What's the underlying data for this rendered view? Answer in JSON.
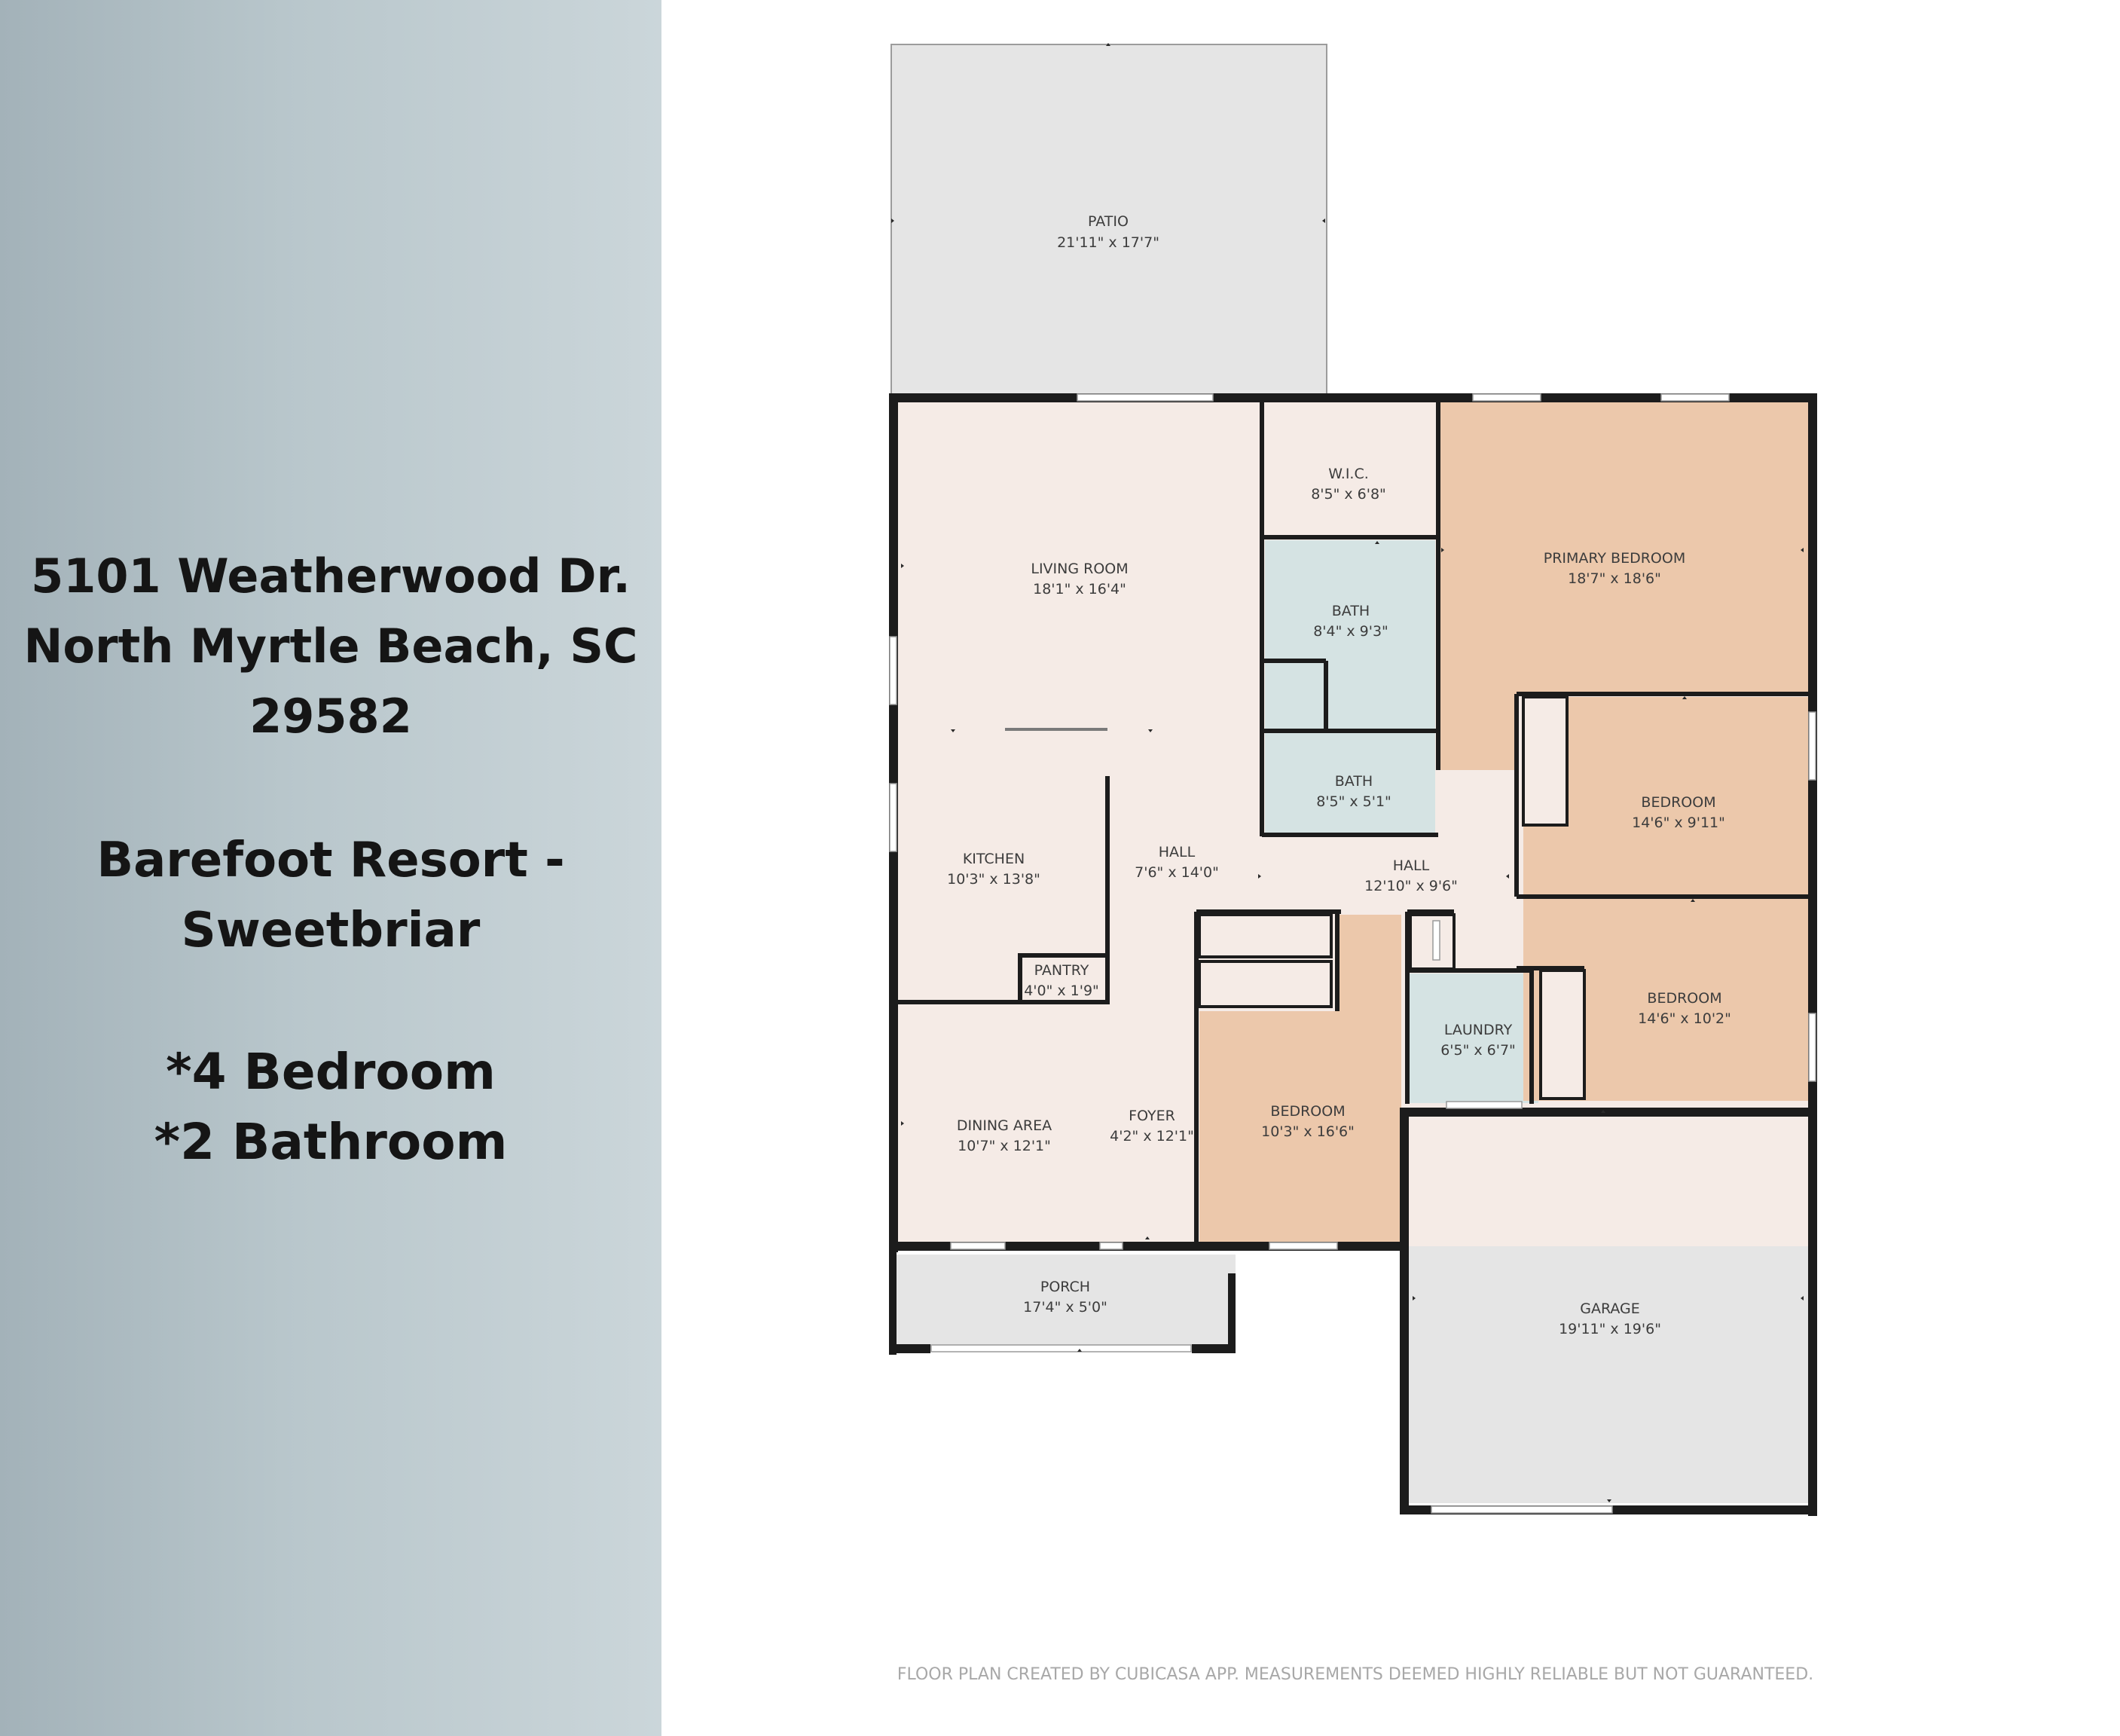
{
  "listing": {
    "address_line1": "5101 Weatherwood Dr.",
    "address_line2": "North Myrtle Beach, SC",
    "address_line3": "29582",
    "community_line1": "Barefoot Resort -",
    "community_line2": "Sweetbriar",
    "feature_bedrooms": "*4 Bedroom",
    "feature_bathrooms": "*2 Bathroom"
  },
  "rooms": {
    "patio": {
      "name": "PATIO",
      "dims": "21'11\" x 17'7\""
    },
    "living_room": {
      "name": "LIVING ROOM",
      "dims": "18'1\" x 16'4\""
    },
    "wic": {
      "name": "W.I.C.",
      "dims": "8'5\" x 6'8\""
    },
    "primary_bedroom": {
      "name": "PRIMARY BEDROOM",
      "dims": "18'7\" x 18'6\""
    },
    "bath_1": {
      "name": "BATH",
      "dims": "8'4\" x 9'3\""
    },
    "bath_2": {
      "name": "BATH",
      "dims": "8'5\" x 5'1\""
    },
    "bedroom_1": {
      "name": "BEDROOM",
      "dims": "14'6\" x 9'11\""
    },
    "kitchen": {
      "name": "KITCHEN",
      "dims": "10'3\" x 13'8\""
    },
    "hall_1": {
      "name": "HALL",
      "dims": "7'6\" x 14'0\""
    },
    "hall_2": {
      "name": "HALL",
      "dims": "12'10\" x 9'6\""
    },
    "pantry": {
      "name": "PANTRY",
      "dims": "4'0\" x 1'9\""
    },
    "bedroom_2": {
      "name": "BEDROOM",
      "dims": "14'6\" x 10'2\""
    },
    "laundry": {
      "name": "LAUNDRY",
      "dims": "6'5\" x 6'7\""
    },
    "dining_area": {
      "name": "DINING AREA",
      "dims": "10'7\" x 12'1\""
    },
    "foyer": {
      "name": "FOYER",
      "dims": "4'2\" x 12'1\""
    },
    "bedroom_3": {
      "name": "BEDROOM",
      "dims": "10'3\" x 16'6\""
    },
    "porch": {
      "name": "PORCH",
      "dims": "17'4\" x 5'0\""
    },
    "garage": {
      "name": "GARAGE",
      "dims": "19'11\" x 19'6\""
    }
  },
  "colors": {
    "living_fill": "#f5ebe6",
    "bedroom_fill": "#ecc8ab",
    "bath_fill": "#d5e3e3",
    "outdoor_fill": "#e5e5e5",
    "wall": "#1c1c1c"
  },
  "footer": "FLOOR PLAN CREATED BY CUBICASA APP. MEASUREMENTS DEEMED HIGHLY RELIABLE BUT NOT GUARANTEED."
}
